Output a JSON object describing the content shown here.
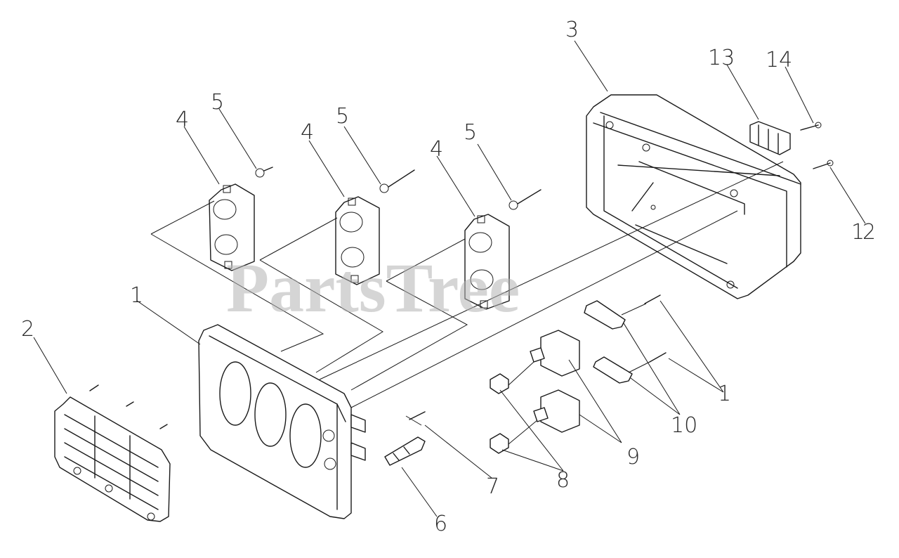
{
  "watermark": "PartsTree",
  "callouts": {
    "c1a": "1",
    "c1b": "1",
    "c2a": "2",
    "c2b": "2",
    "c3": "3",
    "c4a": "4",
    "c4b": "4",
    "c4c": "4",
    "c5a": "5",
    "c5b": "5",
    "c5c": "5",
    "c6": "6",
    "c7": "7",
    "c8": "8",
    "c9": "9",
    "c10": "10",
    "c11": "1",
    "c13": "13",
    "c14": "14"
  },
  "colors": {
    "line": "#1a1a1a",
    "watermark": "#b4b4b4"
  }
}
